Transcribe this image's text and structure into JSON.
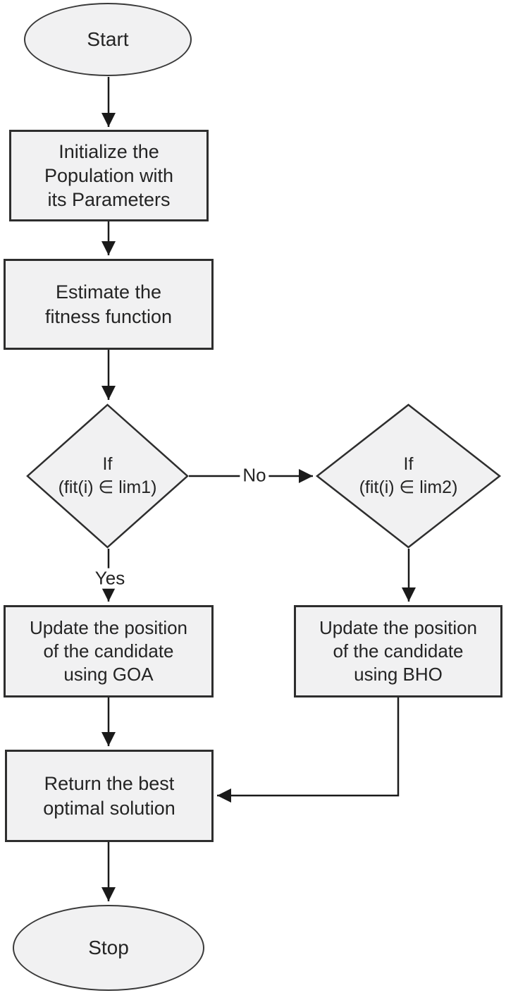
{
  "diagram": {
    "type": "flowchart",
    "background_color": "#ffffff",
    "node_fill_color": "#f1f1f2",
    "node_border_color": "#2e2e2e",
    "connector_color": "#1a1a1a",
    "text_color": "#242424",
    "nodes": {
      "start": {
        "shape": "ellipse",
        "label": "Start"
      },
      "initialize": {
        "shape": "process",
        "label": "Initialize the\nPopulation with\nits Parameters"
      },
      "estimate": {
        "shape": "process",
        "label": "Estimate the\nfitness function"
      },
      "decision_lim1": {
        "shape": "decision",
        "label": "If\n(fit(i) ∈ lim1)"
      },
      "decision_lim2": {
        "shape": "decision",
        "label": "If\n(fit(i) ∈ lim2)"
      },
      "update_goa": {
        "shape": "process",
        "label": "Update the position\nof the candidate\nusing GOA"
      },
      "update_bho": {
        "shape": "process",
        "label": "Update the position\nof the candidate\nusing BHO"
      },
      "return_best": {
        "shape": "process",
        "label": "Return the best\noptimal solution"
      },
      "stop": {
        "shape": "ellipse",
        "label": "Stop"
      }
    },
    "edges": [
      {
        "from": "start",
        "to": "initialize"
      },
      {
        "from": "initialize",
        "to": "estimate"
      },
      {
        "from": "estimate",
        "to": "decision_lim1"
      },
      {
        "from": "decision_lim1",
        "to": "decision_lim2",
        "label": "No"
      },
      {
        "from": "decision_lim1",
        "to": "update_goa",
        "label": "Yes"
      },
      {
        "from": "decision_lim2",
        "to": "update_bho"
      },
      {
        "from": "update_goa",
        "to": "return_best"
      },
      {
        "from": "update_bho",
        "to": "return_best"
      },
      {
        "from": "return_best",
        "to": "stop"
      }
    ],
    "edge_labels": {
      "no": "No",
      "yes": "Yes"
    }
  }
}
